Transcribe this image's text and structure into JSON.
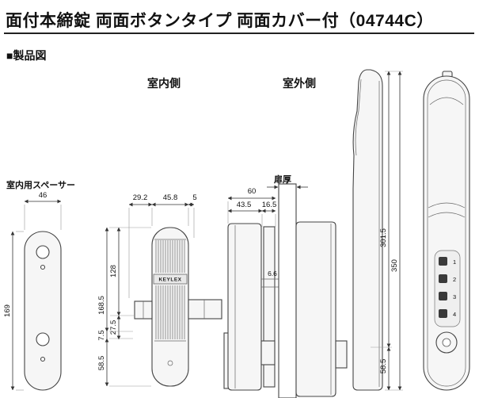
{
  "header": {
    "title": "面付本締錠 両面ボタンタイプ 両面カバー付（04744C）",
    "section": "■製品図"
  },
  "views": {
    "indoor_label": "室内側",
    "outdoor_label": "室外側",
    "spacer_label": "室内用スペーサー",
    "door_thickness_label": "扉厚",
    "brand_logo": "KEYLEX"
  },
  "outdoor_front": {
    "buttons": [
      "1",
      "2",
      "3",
      "4"
    ]
  },
  "dims": {
    "spacer_width": "46",
    "spacer_height": "169",
    "indoor_left_offset": "29.2",
    "indoor_width": "45.8",
    "indoor_right_offset": "5",
    "indoor_upper_height": "128",
    "indoor_total_height": "168.5",
    "indoor_bolt_height": "27.5",
    "indoor_gap": "7.5",
    "indoor_lower_height": "58.5",
    "profile_depth_total": "60",
    "profile_depth_body": "43.5",
    "profile_depth_spacer": "16.5",
    "bolt_detail": "6.6",
    "cover_height": "301.5",
    "outdoor_total_height": "350",
    "outdoor_lower_height": "58.5"
  }
}
